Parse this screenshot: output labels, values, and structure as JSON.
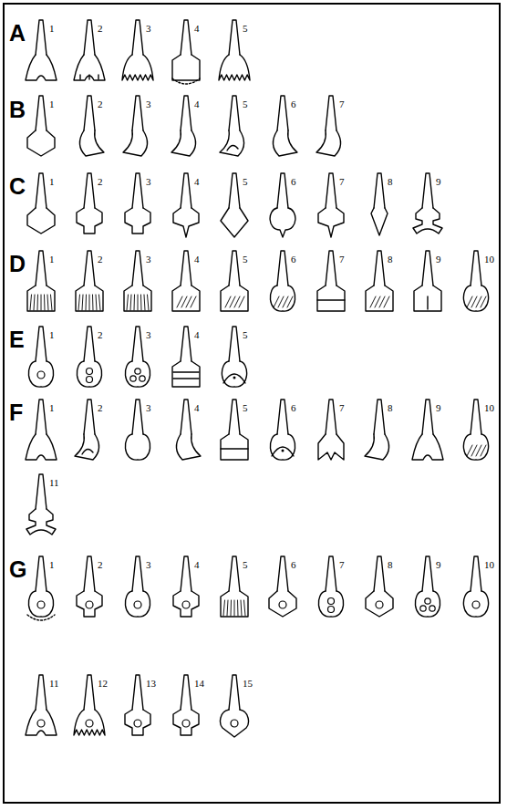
{
  "diagram": {
    "labels": [
      "A",
      "1",
      "2",
      "3",
      "4",
      "5",
      "B",
      "1",
      "2",
      "3",
      "4",
      "5",
      "6",
      "7",
      "C",
      "1",
      "2",
      "3",
      "4",
      "5",
      "6",
      "7",
      "8",
      "9",
      "D",
      "1",
      "2",
      "3",
      "4",
      "5",
      "6",
      "7",
      "8",
      "9",
      "10",
      "E",
      "1",
      "2",
      "3",
      "4",
      "5",
      "F",
      "1",
      "2",
      "3",
      "4",
      "5",
      "6",
      "7",
      "8",
      "9",
      "10",
      "11",
      "G",
      "1",
      "2",
      "3",
      "4",
      "5",
      "6",
      "7",
      "8",
      "9",
      "10",
      "11",
      "12",
      "13",
      "14",
      "15"
    ]
  }
}
